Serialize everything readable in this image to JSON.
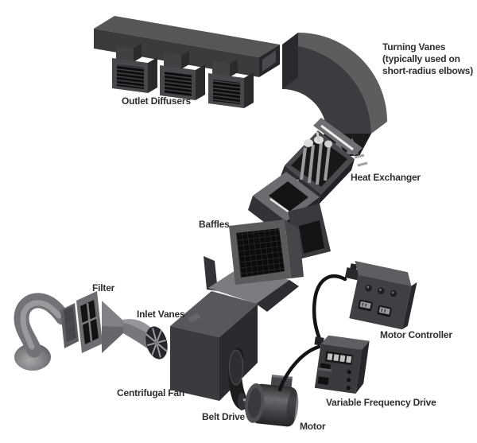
{
  "diagram": {
    "type": "hvac-air-handling-system-exploded-view",
    "labels": {
      "outlet_diffusers": "Outlet Diffusers",
      "turning_vanes": "Turning Vanes\n(typically used on\nshort-radius elbows)",
      "heat_exchanger": "Heat Exchanger",
      "baffles": "Baffles",
      "filter": "Filter",
      "inlet_vanes": "Inlet Vanes",
      "centrifugal_fan": "Centrifugal Fan",
      "belt_drive": "Belt Drive",
      "motor": "Motor",
      "motor_controller": "Motor Controller",
      "variable_frequency_drive": "Variable Frequency Drive"
    },
    "palette": {
      "background": "#ffffff",
      "label_text": "#2e2e30",
      "component_top": "#58585c",
      "component_front": "#3b3b3f",
      "component_side": "#28282c",
      "component_light": "#7c7c80",
      "grille_dark": "#0e0e10",
      "tube_light": "#9c9c9f"
    }
  }
}
